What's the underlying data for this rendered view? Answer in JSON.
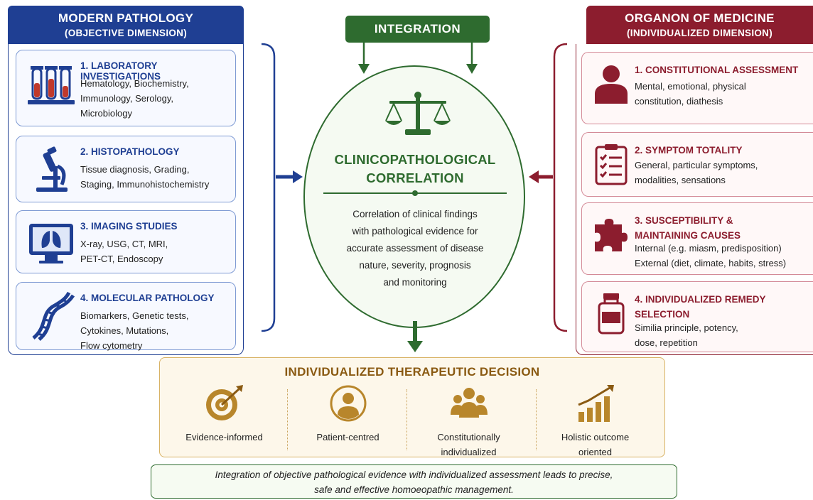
{
  "left_panel": {
    "title": "MODERN PATHOLOGY",
    "subtitle": "(OBJECTIVE DIMENSION)",
    "color": "#1f3f93",
    "items": [
      {
        "title": "1. LABORATORY INVESTIGATIONS",
        "lines": [
          "Hematology, Biochemistry,",
          "Immunology, Serology,",
          "Microbiology"
        ],
        "icon": "test-tubes-icon"
      },
      {
        "title": "2. HISTOPATHOLOGY",
        "lines": [
          "Tissue diagnosis, Grading,",
          "Staging, Immunohistochemistry"
        ],
        "icon": "microscope-icon"
      },
      {
        "title": "3. IMAGING STUDIES",
        "lines": [
          "X-ray, USG, CT, MRI,",
          "PET-CT, Endoscopy"
        ],
        "icon": "imaging-monitor-icon"
      },
      {
        "title": "4. MOLECULAR PATHOLOGY",
        "lines": [
          "Biomarkers, Genetic tests,",
          "Cytokines, Mutations,",
          "Flow cytometry"
        ],
        "icon": "dna-icon"
      }
    ]
  },
  "right_panel": {
    "title": "ORGANON OF MEDICINE",
    "subtitle": "(INDIVIDUALIZED DIMENSION)",
    "color": "#8c1d2e",
    "items": [
      {
        "title_lines": [
          "1. CONSTITUTIONAL ASSESSMENT"
        ],
        "lines": [
          "Mental, emotional, physical",
          "constitution, diathesis"
        ],
        "icon": "person-icon"
      },
      {
        "title_lines": [
          "2. SYMPTOM TOTALITY"
        ],
        "lines": [
          "General, particular symptoms,",
          "modalities, sensations"
        ],
        "icon": "checklist-icon"
      },
      {
        "title_lines": [
          "3. SUSCEPTIBILITY &",
          "MAINTAINING CAUSES"
        ],
        "lines": [
          "Internal (e.g. miasm, predisposition)",
          "External (diet, climate, habits, stress)"
        ],
        "icon": "puzzle-icon"
      },
      {
        "title_lines": [
          "4. INDIVIDUALIZED REMEDY",
          "SELECTION"
        ],
        "lines": [
          "Similia principle, potency,",
          "dose, repetition"
        ],
        "icon": "medicine-bottle-icon"
      }
    ]
  },
  "integration": {
    "label": "INTEGRATION",
    "color": "#2e6b2f"
  },
  "center": {
    "title_lines": [
      "CLINICOPATHOLOGICAL",
      "CORRELATION"
    ],
    "description_lines": [
      "Correlation of clinical findings",
      "with pathological evidence for",
      "accurate assessment of disease",
      "nature, severity, prognosis",
      "and monitoring"
    ],
    "icon": "balance-scale-icon"
  },
  "decision": {
    "title": "INDIVIDUALIZED THERAPEUTIC DECISION",
    "color": "#b8862b",
    "items": [
      {
        "label_lines": [
          "Evidence-informed"
        ],
        "icon": "target-icon"
      },
      {
        "label_lines": [
          "Patient-centred"
        ],
        "icon": "patient-icon"
      },
      {
        "label_lines": [
          "Constitutionally",
          "individualized"
        ],
        "icon": "group-icon"
      },
      {
        "label_lines": [
          "Holistic outcome",
          "oriented"
        ],
        "icon": "growth-chart-icon"
      }
    ]
  },
  "summary": {
    "lines": [
      "Integration of objective pathological evidence with individualized assessment leads to precise,",
      "safe and effective homoeopathic management."
    ]
  }
}
